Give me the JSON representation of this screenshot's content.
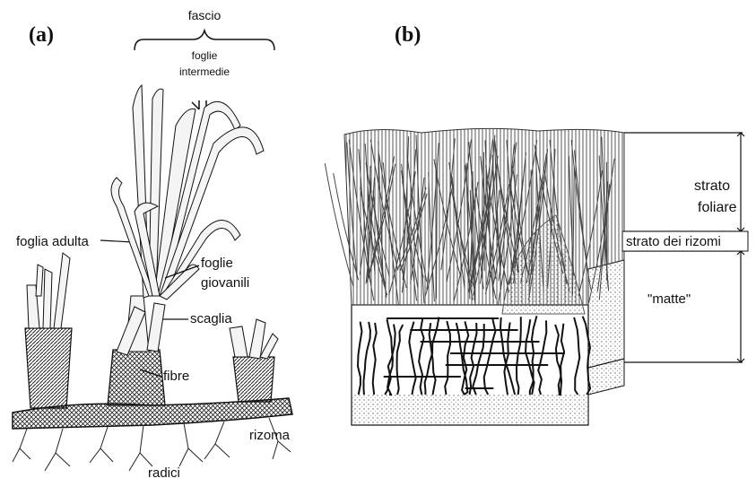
{
  "panels": {
    "a": {
      "letter": "(a)",
      "labels": {
        "fascio": "fascio",
        "foglie_intermedie_line1": "foglie",
        "foglie_intermedie_line2": "intermedie",
        "foglia_adulta": "foglia adulta",
        "foglie_giovanili_line1": "foglie",
        "foglie_giovanili_line2": "giovanili",
        "scaglia": "scaglia",
        "fibre": "fibre",
        "rizoma": "rizoma",
        "radici": "radici"
      }
    },
    "b": {
      "letter": "(b)",
      "labels": {
        "strato_foliare_line1": "strato",
        "strato_foliare_line2": "foliare",
        "strato_dei_rizomi": "strato dei rizomi",
        "matte": "\"matte\""
      }
    }
  },
  "colors": {
    "ink": "#111111",
    "leaf_fill": "#f4f4f4",
    "shade": "#9a9a9a",
    "dots": "#777777"
  }
}
